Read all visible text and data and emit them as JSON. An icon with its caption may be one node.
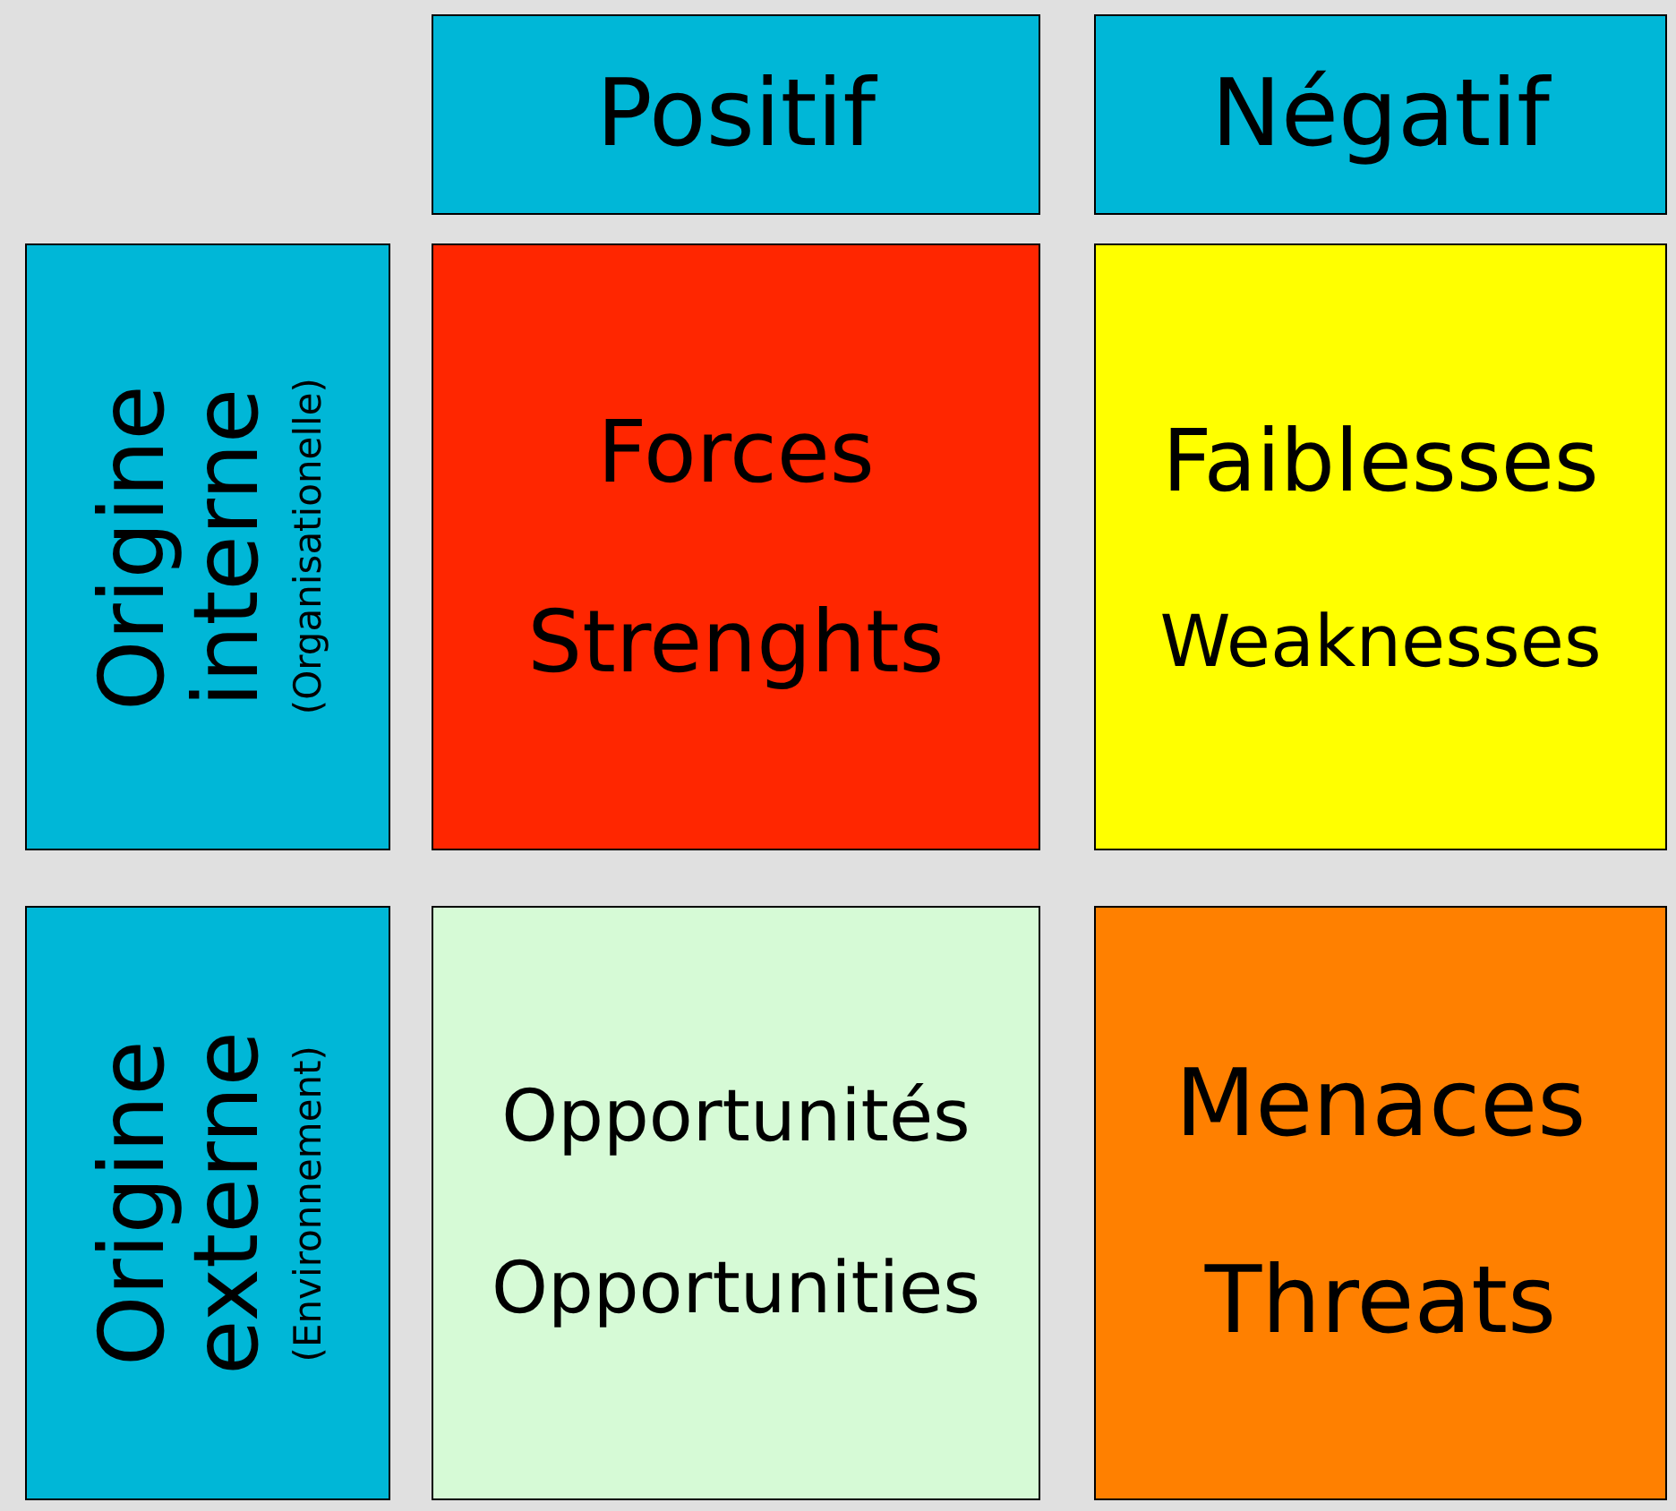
{
  "diagram": {
    "nodes": [
      {
        "text": [
          "Positif"
        ]
      },
      {
        "text": [
          "Négatif"
        ]
      },
      {
        "text": [
          "Origine interne",
          "(Organisationelle)"
        ]
      },
      {
        "text": [
          "Forces",
          "Strenghts"
        ]
      },
      {
        "text": [
          "Faiblesses",
          "Weaknesses"
        ]
      },
      {
        "text": [
          "Origine externe",
          "(Environnement)"
        ]
      },
      {
        "text": [
          "Opportunités",
          "Opportunities"
        ]
      },
      {
        "text": [
          "Menaces",
          "Threats"
        ]
      }
    ]
  }
}
